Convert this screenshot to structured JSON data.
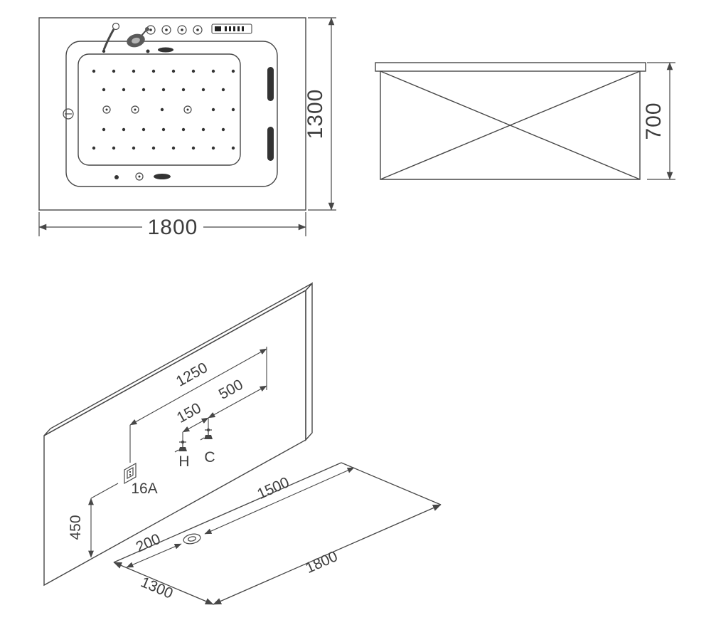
{
  "page": {
    "background": "#ffffff"
  },
  "colors": {
    "line": "#474747",
    "text": "#3d3d3d",
    "fill_dark": "#333333"
  },
  "top_view": {
    "width_label": "1800",
    "height_label": "1300"
  },
  "side_view": {
    "height_label": "700"
  },
  "installation_view": {
    "dim_1250": "1250",
    "dim_150": "150",
    "dim_500": "500",
    "hot_label": "H",
    "cold_label": "C",
    "socket_label": "16A",
    "dim_450": "450",
    "dim_200": "200",
    "dim_1500": "1500",
    "dim_1300": "1300",
    "dim_1800": "1800"
  }
}
